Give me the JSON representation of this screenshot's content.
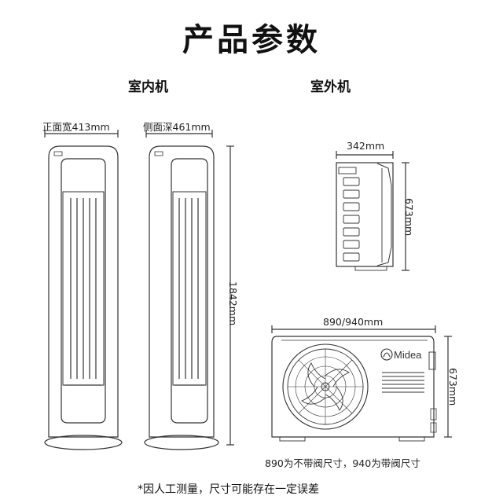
{
  "page": {
    "title": "产品参数",
    "indoor_label": "室内机",
    "outdoor_label": "室外机",
    "footnote": "*因人工测量，尺寸可能存在一定误差"
  },
  "indoor": {
    "front_width": "正面宽413mm",
    "side_depth": "侧面深461mm",
    "height": "1842mm"
  },
  "outdoor": {
    "depth": "342mm",
    "side_height": "673mm",
    "width": "890/940mm",
    "front_height": "673mm",
    "brand_logo": "Midea",
    "width_note": "890为不带阀尺寸，940为带阀尺寸"
  },
  "colors": {
    "line": "#333333",
    "body": "#ffffff"
  }
}
